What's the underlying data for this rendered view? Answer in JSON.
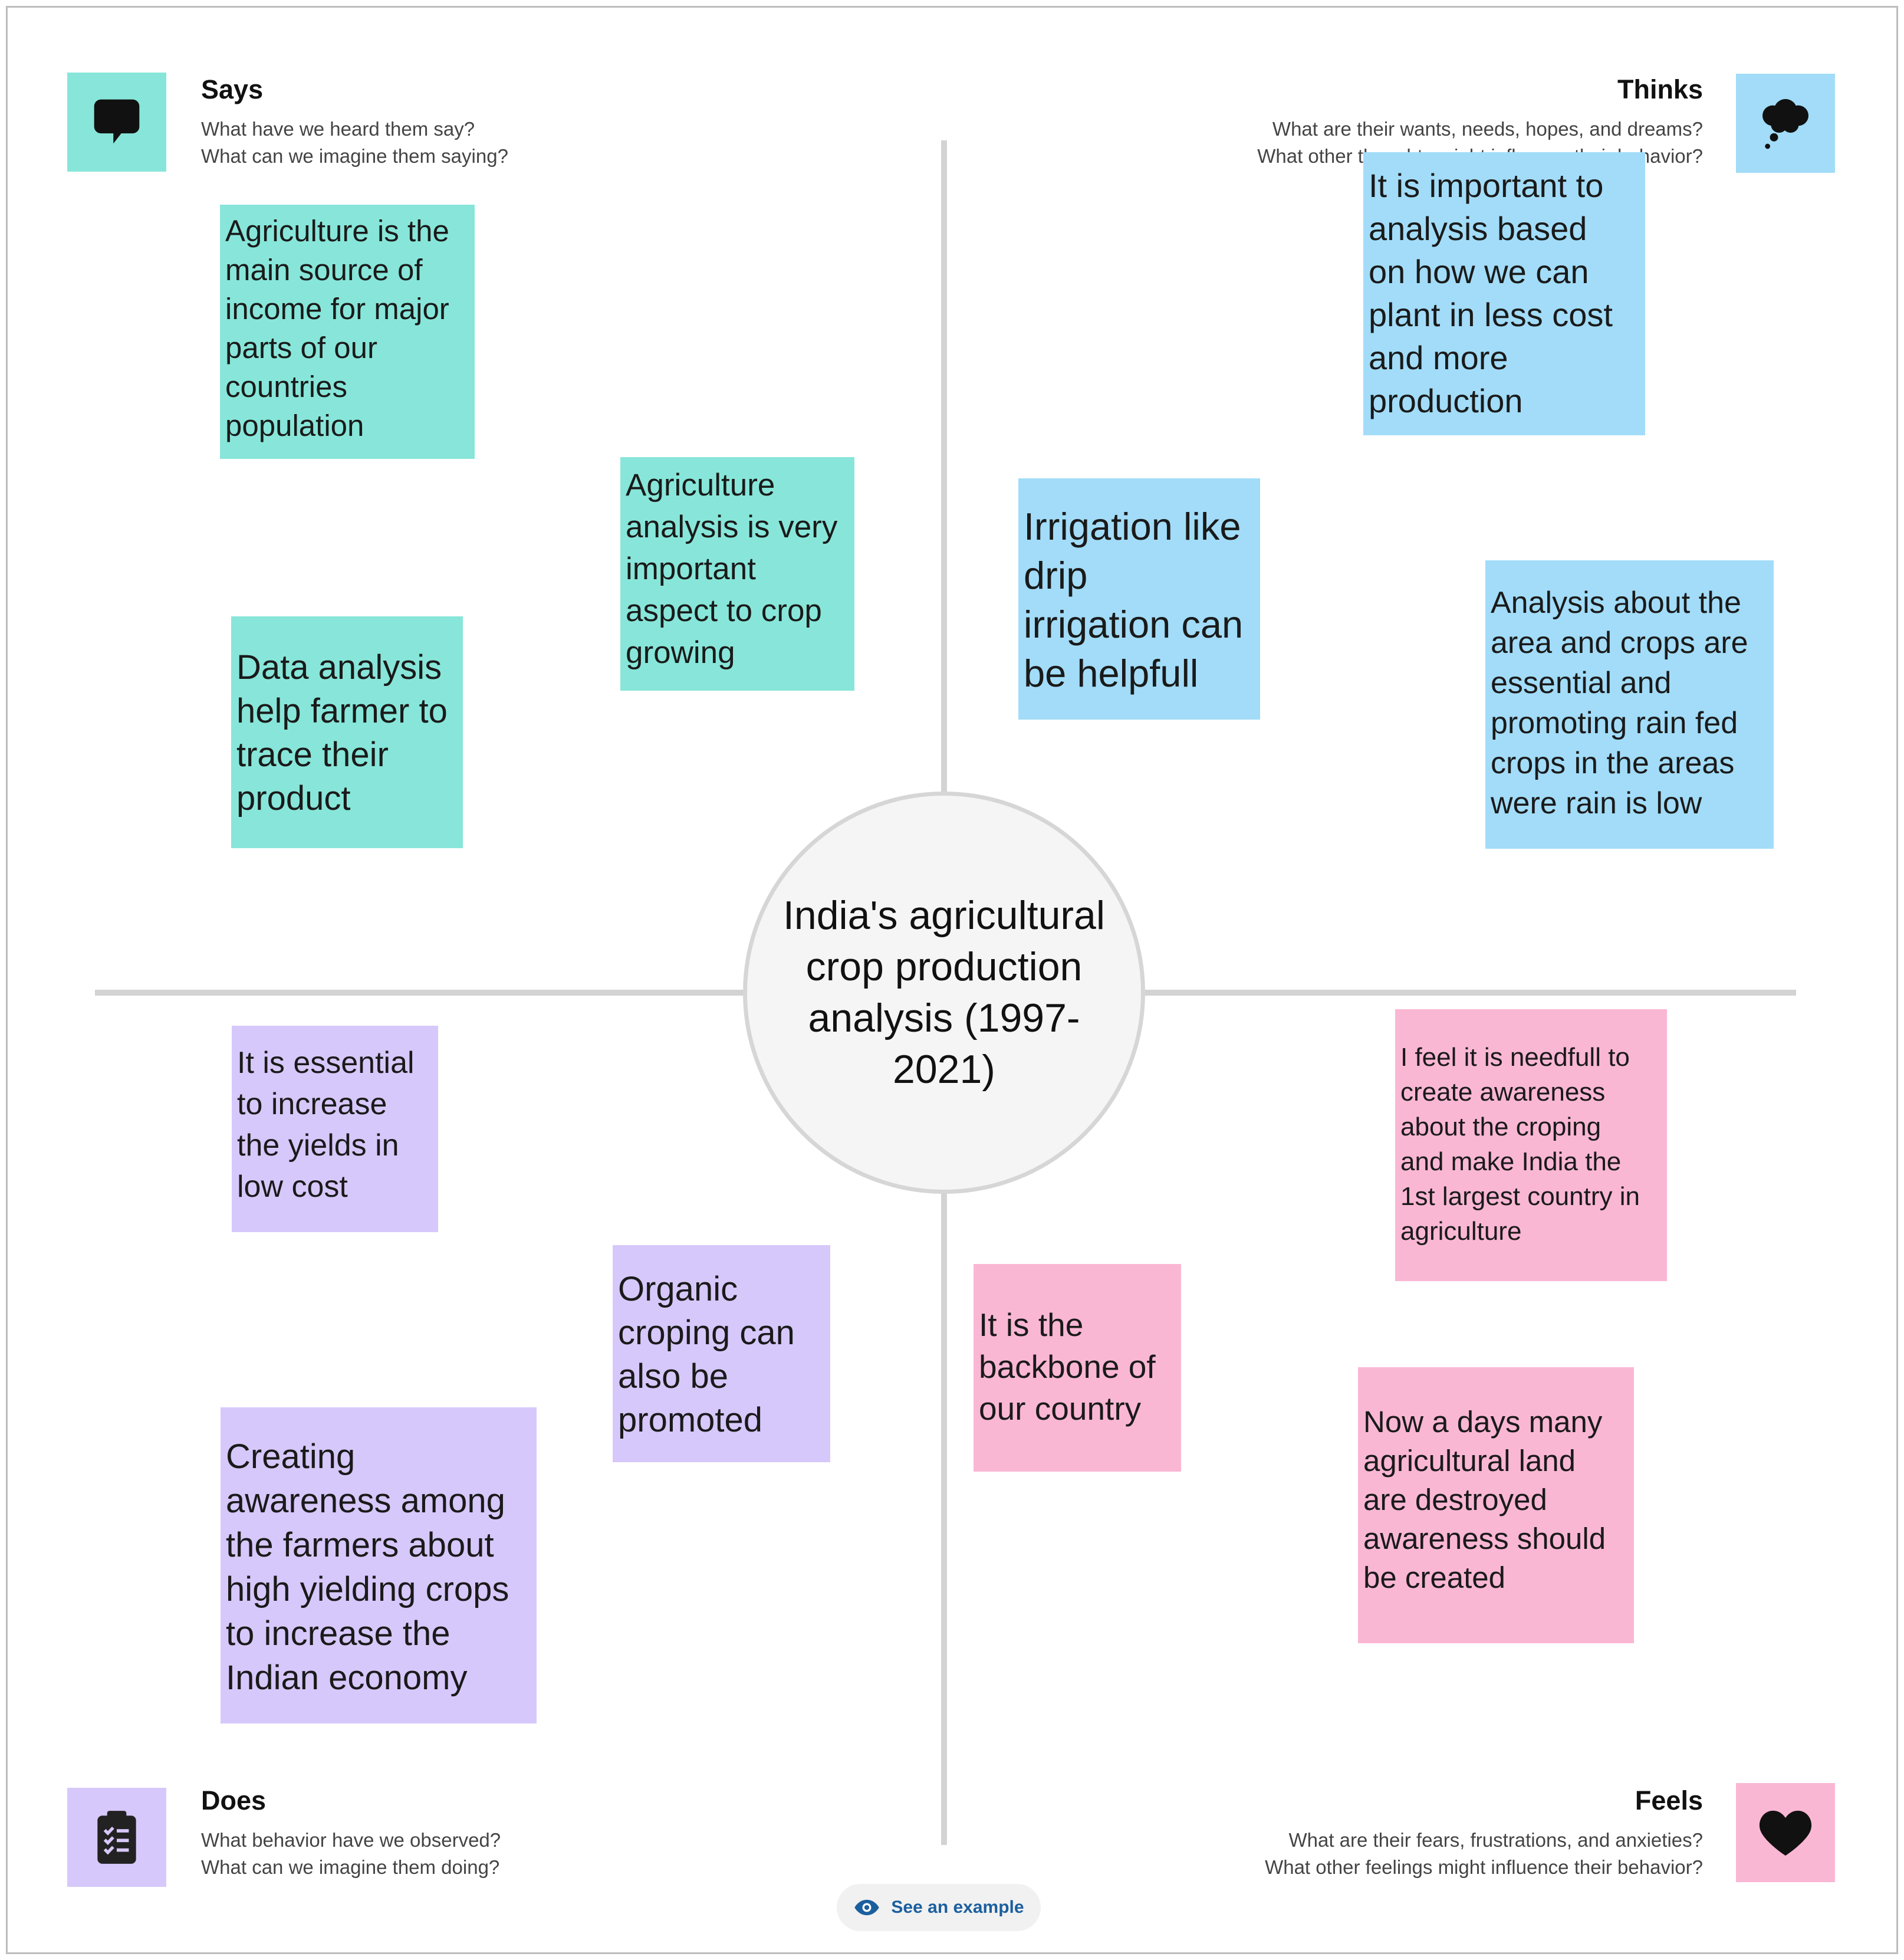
{
  "center": {
    "title": "India's agricultural crop production analysis (1997-2021)"
  },
  "quadrants": {
    "says": {
      "title": "Says",
      "line1": "What have we heard them say?",
      "line2": "What can we imagine them saying?",
      "icon": "speech-bubble-icon",
      "color": "#87e6d9"
    },
    "thinks": {
      "title": "Thinks",
      "line1": "What are their wants, needs, hopes, and dreams?",
      "line2": "What other thoughts might influence their behavior?",
      "icon": "thought-cloud-icon",
      "color": "#a2dcf8"
    },
    "does": {
      "title": "Does",
      "line1": "What behavior have we observed?",
      "line2": "What can we imagine them doing?",
      "icon": "clipboard-icon",
      "color": "#d7c8fb"
    },
    "feels": {
      "title": "Feels",
      "line1": "What are their fears, frustrations, and anxieties?",
      "line2": "What other feelings might influence their behavior?",
      "icon": "heart-icon",
      "color": "#fab7d4"
    }
  },
  "notes": {
    "says": [
      [
        "Agriculture is the",
        "main source of",
        "income for major",
        "parts of our",
        "countries",
        "population"
      ],
      [
        "Agriculture",
        "analysis is very",
        "important",
        "aspect to crop",
        "growing"
      ],
      [
        "Data analysis",
        "help farmer to",
        "trace their",
        "product"
      ]
    ],
    "thinks": [
      [
        "It is important to",
        "analysis based",
        "on how we can",
        "plant in less cost",
        "and more",
        "production"
      ],
      [
        "Irrigation like",
        "drip",
        "irrigation can",
        "be helpfull"
      ],
      [
        "Analysis about the",
        "area and crops are",
        "essential and",
        "promoting rain fed",
        "crops in the areas",
        "were rain is low"
      ]
    ],
    "does": [
      [
        "It is essential",
        "to increase",
        "the yields in",
        "low cost"
      ],
      [
        "Organic",
        "croping can",
        "also be",
        "promoted"
      ],
      [
        "Creating",
        "awareness among",
        "the farmers about",
        "high yielding crops",
        "to increase the",
        "Indian economy"
      ]
    ],
    "feels": [
      [
        "I feel it is needfull to",
        "create awareness",
        "about the croping",
        "and make India the",
        "1st largest country in",
        "agriculture"
      ],
      [
        "It is the",
        "backbone of",
        "our country"
      ],
      [
        "Now a days many",
        "agricultural land",
        "are destroyed",
        "awareness should",
        "be created"
      ]
    ]
  },
  "example_button": {
    "label": "See an example",
    "icon": "eye-icon"
  }
}
